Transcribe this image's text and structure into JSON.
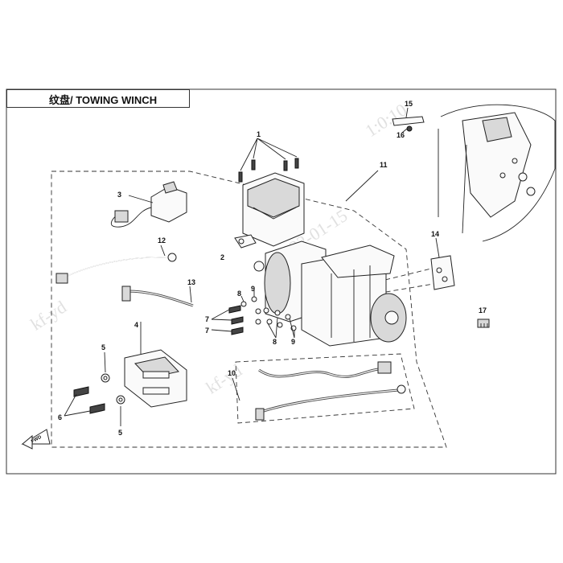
{
  "header": {
    "title": "纹盘/ TOWING WINCH"
  },
  "callouts": [
    "1",
    "2",
    "3",
    "4",
    "5",
    "5",
    "6",
    "7",
    "7",
    "8",
    "8",
    "9",
    "9",
    "10",
    "11",
    "12",
    "13",
    "14",
    "15",
    "16",
    "17"
  ],
  "watermark": {
    "text_1": "kf-yd",
    "text_2": "2022-01-15",
    "text_3": "1:0:10"
  },
  "colors": {
    "frame": "#333333",
    "line": "#222222",
    "watermark": "#c9c9c9"
  },
  "icons": [
    "fwd-arrow-icon"
  ]
}
